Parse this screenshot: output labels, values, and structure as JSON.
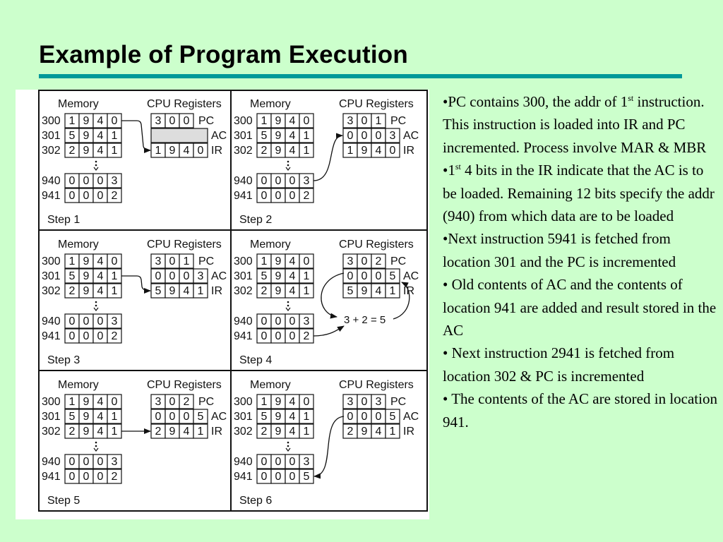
{
  "slide": {
    "title": "Example of Program Execution"
  },
  "diagram": {
    "memory_label": "Memory",
    "cpu_label": "CPU Registers",
    "register_names": [
      "PC",
      "AC",
      "IR"
    ],
    "sum_label": "3 + 2 = 5",
    "steps": [
      {
        "label": "Step 1",
        "memory": [
          {
            "addr": "300",
            "digits": [
              "1",
              "9",
              "4",
              "0"
            ]
          },
          {
            "addr": "301",
            "digits": [
              "5",
              "9",
              "4",
              "1"
            ]
          },
          {
            "addr": "302",
            "digits": [
              "2",
              "9",
              "4",
              "1"
            ]
          },
          {
            "addr": "940",
            "digits": [
              "0",
              "0",
              "0",
              "3"
            ]
          },
          {
            "addr": "941",
            "digits": [
              "0",
              "0",
              "0",
              "2"
            ]
          }
        ],
        "registers": {
          "PC": [
            "3",
            "0",
            "0"
          ],
          "AC": [],
          "IR": [
            "1",
            "9",
            "4",
            "0"
          ]
        }
      },
      {
        "label": "Step 2",
        "memory": [
          {
            "addr": "300",
            "digits": [
              "1",
              "9",
              "4",
              "0"
            ]
          },
          {
            "addr": "301",
            "digits": [
              "5",
              "9",
              "4",
              "1"
            ]
          },
          {
            "addr": "302",
            "digits": [
              "2",
              "9",
              "4",
              "1"
            ]
          },
          {
            "addr": "940",
            "digits": [
              "0",
              "0",
              "0",
              "3"
            ]
          },
          {
            "addr": "941",
            "digits": [
              "0",
              "0",
              "0",
              "2"
            ]
          }
        ],
        "registers": {
          "PC": [
            "3",
            "0",
            "1"
          ],
          "AC": [
            "0",
            "0",
            "0",
            "3"
          ],
          "IR": [
            "1",
            "9",
            "4",
            "0"
          ]
        }
      },
      {
        "label": "Step 3",
        "memory": [
          {
            "addr": "300",
            "digits": [
              "1",
              "9",
              "4",
              "0"
            ]
          },
          {
            "addr": "301",
            "digits": [
              "5",
              "9",
              "4",
              "1"
            ]
          },
          {
            "addr": "302",
            "digits": [
              "2",
              "9",
              "4",
              "1"
            ]
          },
          {
            "addr": "940",
            "digits": [
              "0",
              "0",
              "0",
              "3"
            ]
          },
          {
            "addr": "941",
            "digits": [
              "0",
              "0",
              "0",
              "2"
            ]
          }
        ],
        "registers": {
          "PC": [
            "3",
            "0",
            "1"
          ],
          "AC": [
            "0",
            "0",
            "0",
            "3"
          ],
          "IR": [
            "5",
            "9",
            "4",
            "1"
          ]
        }
      },
      {
        "label": "Step 4",
        "memory": [
          {
            "addr": "300",
            "digits": [
              "1",
              "9",
              "4",
              "0"
            ]
          },
          {
            "addr": "301",
            "digits": [
              "5",
              "9",
              "4",
              "1"
            ]
          },
          {
            "addr": "302",
            "digits": [
              "2",
              "9",
              "4",
              "1"
            ]
          },
          {
            "addr": "940",
            "digits": [
              "0",
              "0",
              "0",
              "3"
            ]
          },
          {
            "addr": "941",
            "digits": [
              "0",
              "0",
              "0",
              "2"
            ]
          }
        ],
        "registers": {
          "PC": [
            "3",
            "0",
            "2"
          ],
          "AC": [
            "0",
            "0",
            "0",
            "5"
          ],
          "IR": [
            "5",
            "9",
            "4",
            "1"
          ]
        }
      },
      {
        "label": "Step 5",
        "memory": [
          {
            "addr": "300",
            "digits": [
              "1",
              "9",
              "4",
              "0"
            ]
          },
          {
            "addr": "301",
            "digits": [
              "5",
              "9",
              "4",
              "1"
            ]
          },
          {
            "addr": "302",
            "digits": [
              "2",
              "9",
              "4",
              "1"
            ]
          },
          {
            "addr": "940",
            "digits": [
              "0",
              "0",
              "0",
              "3"
            ]
          },
          {
            "addr": "941",
            "digits": [
              "0",
              "0",
              "0",
              "2"
            ]
          }
        ],
        "registers": {
          "PC": [
            "3",
            "0",
            "2"
          ],
          "AC": [
            "0",
            "0",
            "0",
            "5"
          ],
          "IR": [
            "2",
            "9",
            "4",
            "1"
          ]
        }
      },
      {
        "label": "Step 6",
        "memory": [
          {
            "addr": "300",
            "digits": [
              "1",
              "9",
              "4",
              "0"
            ]
          },
          {
            "addr": "301",
            "digits": [
              "5",
              "9",
              "4",
              "1"
            ]
          },
          {
            "addr": "302",
            "digits": [
              "2",
              "9",
              "4",
              "1"
            ]
          },
          {
            "addr": "940",
            "digits": [
              "0",
              "0",
              "0",
              "3"
            ]
          },
          {
            "addr": "941",
            "digits": [
              "0",
              "0",
              "0",
              "5"
            ]
          }
        ],
        "registers": {
          "PC": [
            "3",
            "0",
            "3"
          ],
          "AC": [
            "0",
            "0",
            "0",
            "5"
          ],
          "IR": [
            "2",
            "9",
            "4",
            "1"
          ]
        }
      }
    ]
  },
  "notes": [
    {
      "bullet": "•",
      "before": "PC contains 300, the addr of 1",
      "sup": "st",
      "after": " instruction. This instruction is loaded into IR and PC incremented. Process involve MAR & MBR"
    },
    {
      "bullet": "•",
      "before": "1",
      "sup": "st",
      "after": " 4 bits in the IR indicate that the AC is to be loaded. Remaining 12 bits specify the addr (940) from which data are to be loaded"
    },
    {
      "bullet": "•",
      "before": "Next instruction 5941 is fetched from location 301 and the PC is incremented",
      "sup": "",
      "after": ""
    },
    {
      "bullet": "• ",
      "before": "Old contents of AC and the contents of location 941 are added and result stored in the AC",
      "sup": "",
      "after": ""
    },
    {
      "bullet": "• ",
      "before": "Next instruction 2941 is fetched from location 302 & PC is incremented",
      "sup": "",
      "after": ""
    },
    {
      "bullet": "• ",
      "before": "The contents of the AC are stored in location 941.",
      "sup": "",
      "after": ""
    }
  ]
}
